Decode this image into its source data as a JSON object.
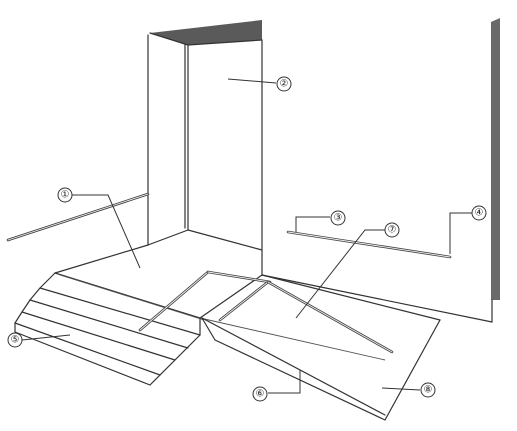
{
  "callouts": [
    {
      "id": "1",
      "label": "①"
    },
    {
      "id": "2",
      "label": "②"
    },
    {
      "id": "3",
      "label": "③"
    },
    {
      "id": "4",
      "label": "④"
    },
    {
      "id": "5",
      "label": "⑤"
    },
    {
      "id": "6",
      "label": "⑥"
    },
    {
      "id": "7",
      "label": "⑦"
    },
    {
      "id": "8",
      "label": "⑧"
    }
  ],
  "colors": {
    "line": "#333333",
    "shade": "#5a5a5a",
    "background": "#ffffff"
  }
}
